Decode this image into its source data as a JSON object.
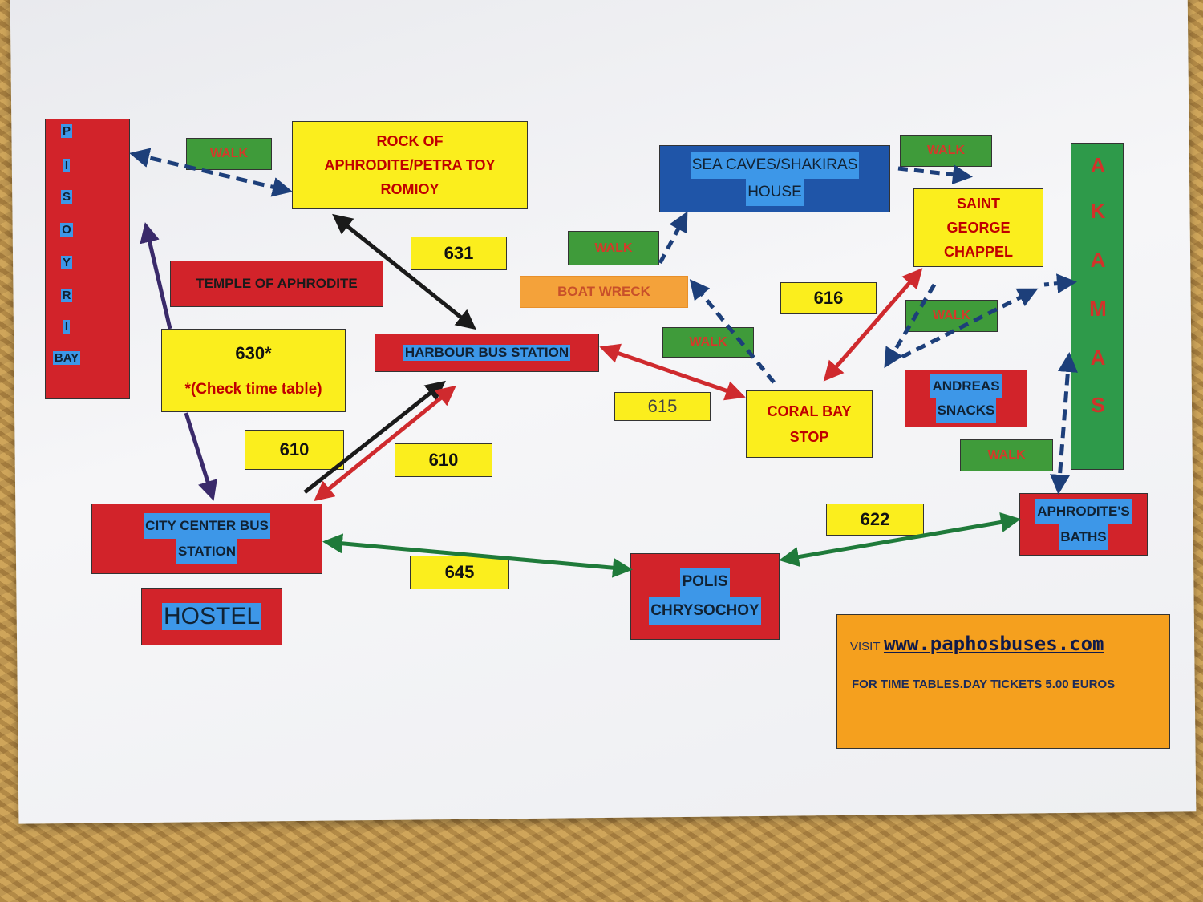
{
  "left_strip": {
    "letters": [
      "P",
      "I",
      "S",
      "O",
      "Y",
      "R",
      "I"
    ],
    "bay": "BAY"
  },
  "right_strip": {
    "letters": [
      "A",
      "K",
      "A",
      "M",
      "A",
      "S"
    ]
  },
  "places": {
    "rock": [
      "ROCK OF",
      "APHRODITE/PETRA TOY",
      "ROMIOY"
    ],
    "temple": "TEMPLE OF APHRODITE",
    "sea_caves": [
      "SEA CAVES/SHAKIRAS",
      "HOUSE"
    ],
    "saint_george": [
      "SAINT",
      "GEORGE",
      "CHAPPEL"
    ],
    "boat_wreck": "BOAT WRECK",
    "harbour": "HARBOUR BUS STATION",
    "coral_bay": [
      "CORAL BAY",
      "STOP"
    ],
    "andreas": [
      "ANDREAS",
      "SNACKS"
    ],
    "city_center": [
      "CITY CENTER BUS",
      "STATION"
    ],
    "hostel": "HOSTEL",
    "polis": [
      "POLIS",
      "CHRYSOCHOY"
    ],
    "baths": [
      "APHRODITE'S",
      "BATHS"
    ]
  },
  "walk": "WALK",
  "routes": {
    "r631": "631",
    "r630": "630*",
    "r630_note": "*(Check time table)",
    "r616": "616",
    "r615": "615",
    "r610a": "610",
    "r610b": "610",
    "r622": "622",
    "r645": "645"
  },
  "info": {
    "visit": "VISIT",
    "url": "www.paphosbuses.com",
    "line": "FOR TIME TABLES.DAY TICKETS 5.00 EUROS"
  },
  "colors": {
    "red": "#d2232a",
    "yellow": "#fbee1d",
    "walk_green": "#3f9b3a",
    "blue": "#1f55a8",
    "orange": "#f4a23a",
    "highlight": "#3d97e8"
  }
}
